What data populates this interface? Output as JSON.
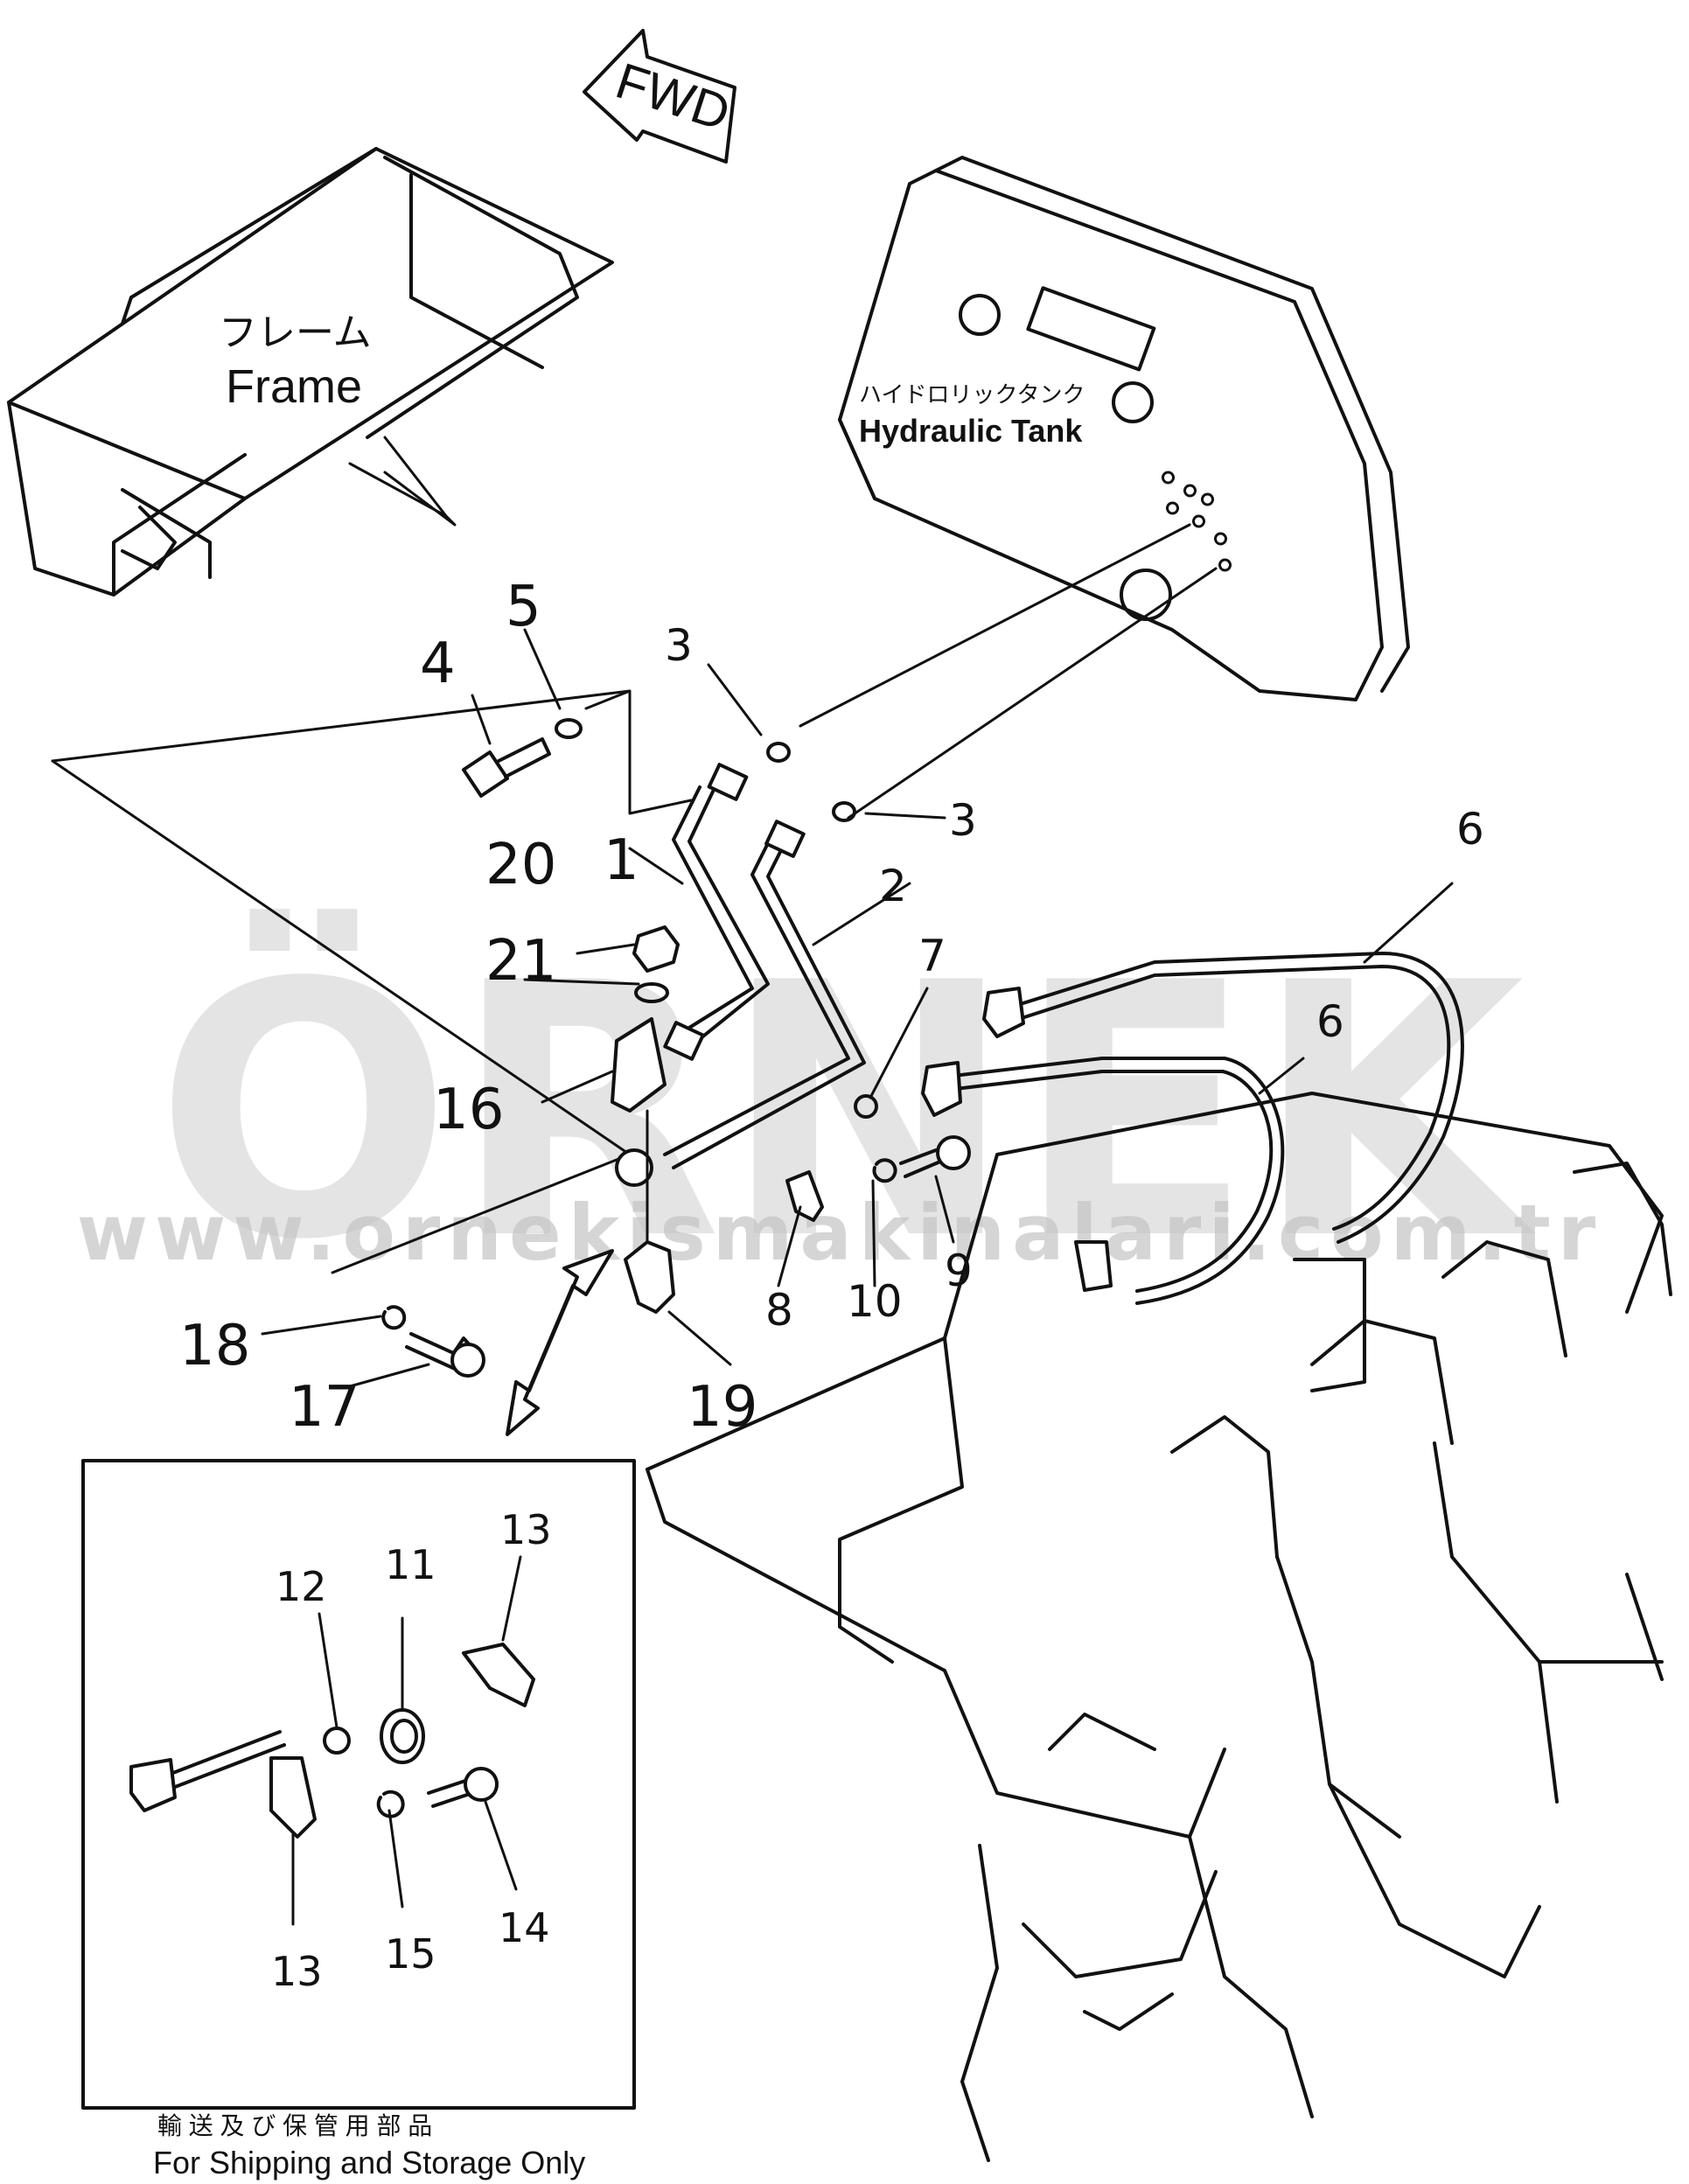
{
  "labels": {
    "fwd": "FWD",
    "frame_jp": "フレーム",
    "frame_en": "Frame",
    "tank_jp": "ハイドロリックタンク",
    "tank_en": "Hydraulic Tank",
    "inset_jp": "輸 送 及 び 保 管 用 部 品",
    "inset_en": "For Shipping and Storage Only"
  },
  "callouts": {
    "c1": "1",
    "c2": "2",
    "c3a": "3",
    "c3b": "3",
    "c4": "4",
    "c5": "5",
    "c6a": "6",
    "c6b": "6",
    "c7": "7",
    "c8": "8",
    "c9": "9",
    "c10": "10",
    "c16": "16",
    "c17": "17",
    "c18": "18",
    "c19": "19",
    "c20": "20",
    "c21": "21",
    "i11": "11",
    "i12": "12",
    "i13a": "13",
    "i13b": "13",
    "i14": "14",
    "i15": "15"
  },
  "watermark": {
    "brand": "ÖRNEK",
    "url": "www.ornekismakinalari.com.tr",
    "color": "#c8c8c8",
    "accent": "#f2d97a"
  }
}
